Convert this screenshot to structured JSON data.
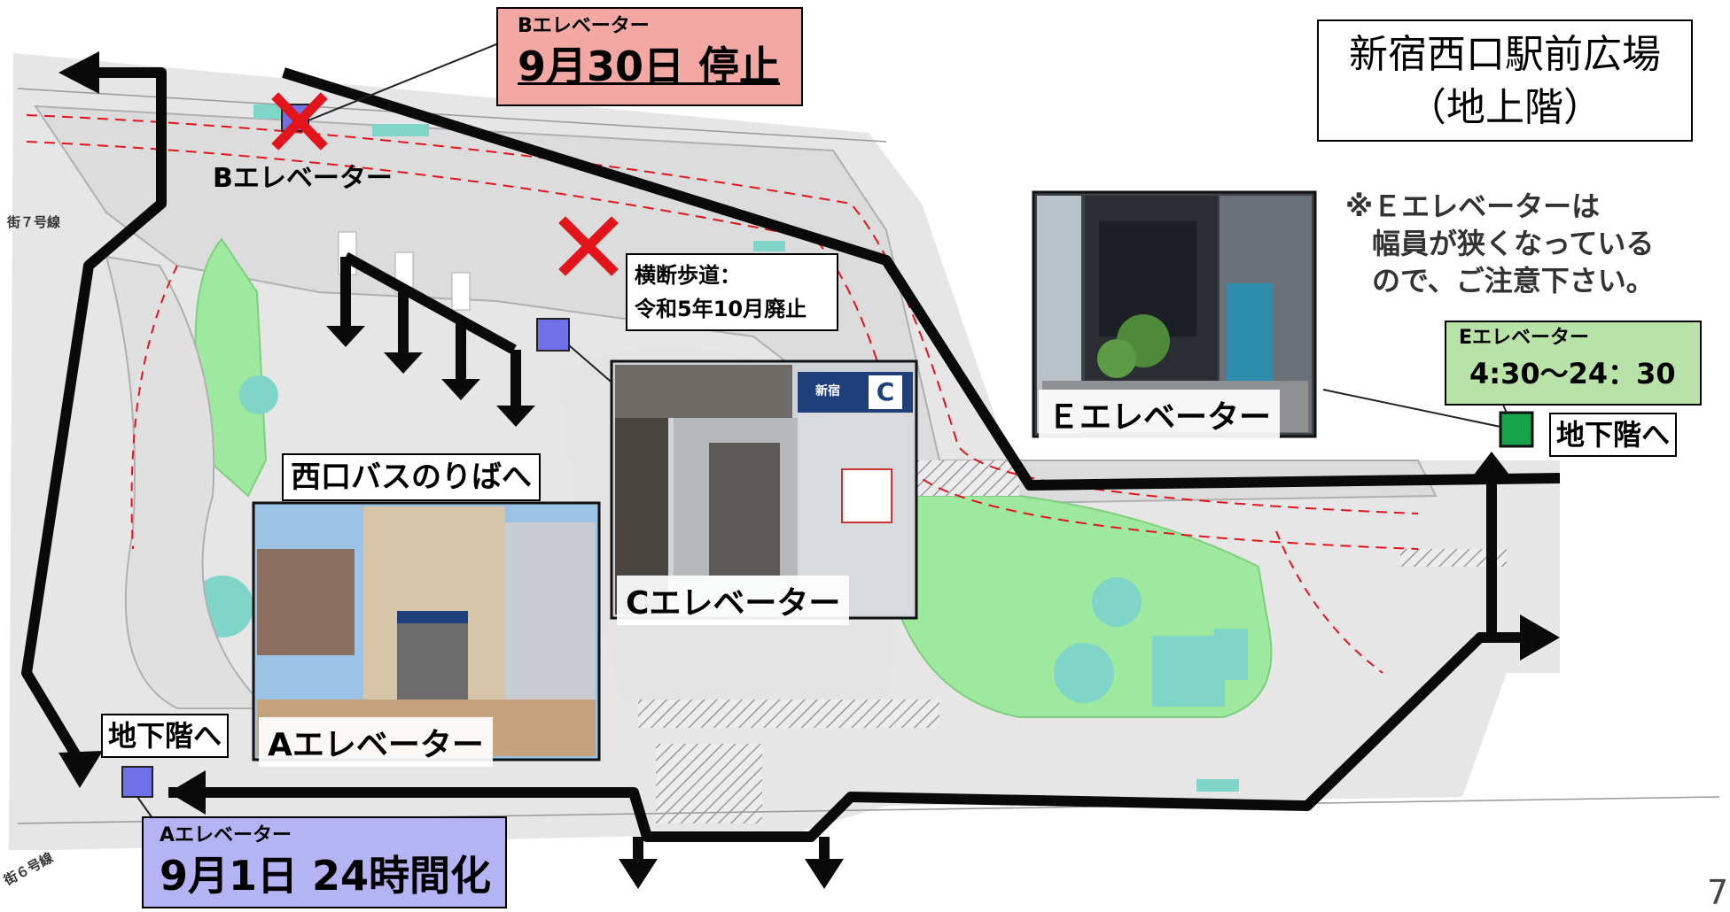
{
  "title": {
    "line1": "新宿西口駅前広場",
    "line2": "（地上階）"
  },
  "note": {
    "line1": "※Ｅエレベーターは",
    "line2": "幅員が狭くなっている",
    "line3": "ので、ご注意下さい。"
  },
  "b_elevator": {
    "callout_small": "Bエレベーター",
    "callout_big": "9月30日 停止",
    "map_label": "Bエレベーター"
  },
  "crossing": {
    "line1": "横断歩道：",
    "line2": "令和5年10月廃止"
  },
  "bus": {
    "label": "西口バスのりばへ"
  },
  "a_elevator": {
    "photo_caption": "Aエレベーター",
    "callout_small": "Aエレベーター",
    "callout_big": "9月1日 24時間化",
    "down_label": "地下階へ"
  },
  "c_elevator": {
    "photo_caption": "Cエレベーター",
    "sign_text": "新宿",
    "sign_letter": "C"
  },
  "e_elevator": {
    "photo_caption": "Ｅエレベーター",
    "callout_small": "Eエレベーター",
    "callout_hours": "4:30～24：30",
    "down_label": "地下階へ"
  },
  "page_number": "7",
  "map_text": {
    "street_1": "街７号線",
    "street_2": "街６号線"
  },
  "colors": {
    "route": "#0a0a0a",
    "b_callout_bg": "#f4a8a4",
    "a_callout_bg": "#b4b4f4",
    "e_callout_bg": "#b8e2a8",
    "elevator_blue": "#7070e8",
    "elevator_green": "#17a34a",
    "cross_red": "#e3141b",
    "green_area": "#9fe89f",
    "road_gray": "#d9d9d9"
  }
}
